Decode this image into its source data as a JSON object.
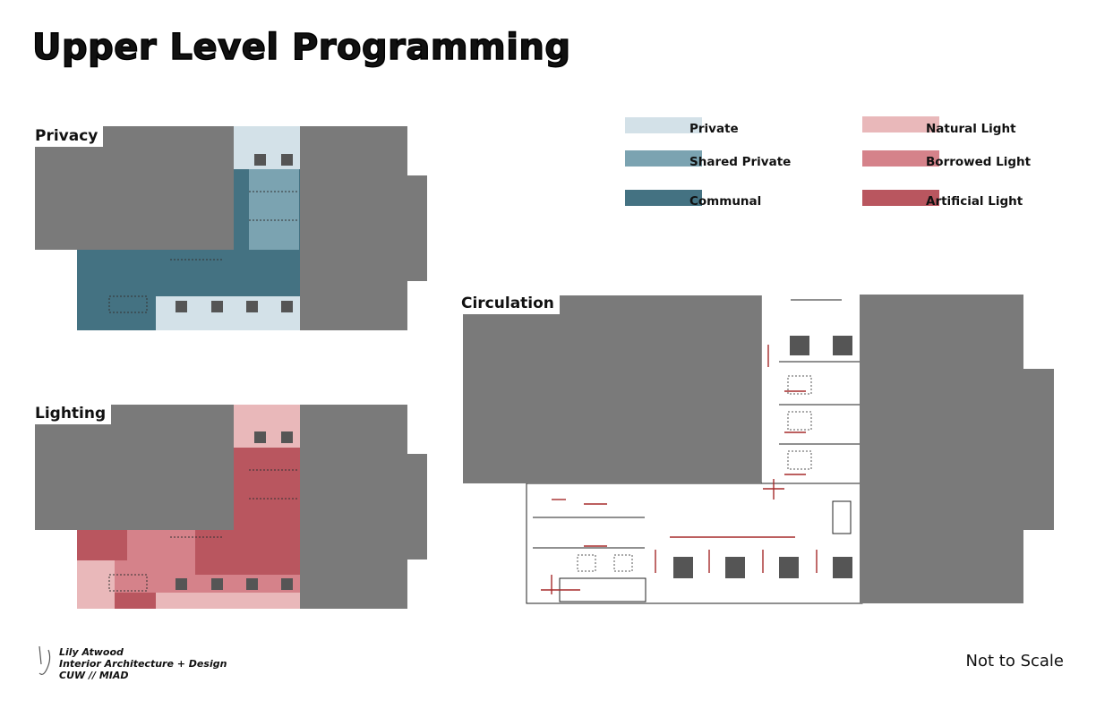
{
  "page": {
    "title": "Upper Level Programming",
    "scale_note": "Not to Scale"
  },
  "sections": {
    "privacy": "Privacy",
    "lighting": "Lighting",
    "circulation": "Circulation"
  },
  "legend": {
    "privacy": [
      {
        "label": "Private",
        "color": "#d3e1e8"
      },
      {
        "label": "Shared Private",
        "color": "#7ba3b1"
      },
      {
        "label": "Communal",
        "color": "#447282"
      }
    ],
    "lighting": [
      {
        "label": "Natural Light",
        "color": "#e9b8ba"
      },
      {
        "label": "Borrowed Light",
        "color": "#d5828a"
      },
      {
        "label": "Artificial Light",
        "color": "#b9565f"
      }
    ]
  },
  "author": {
    "name": "Lily Atwood",
    "program": "Interior Architecture + Design",
    "school": "CUW // MIAD"
  },
  "colors": {
    "mass": "#7a7a7a",
    "arrow": "#a52a2a",
    "furniture": "#555555"
  }
}
